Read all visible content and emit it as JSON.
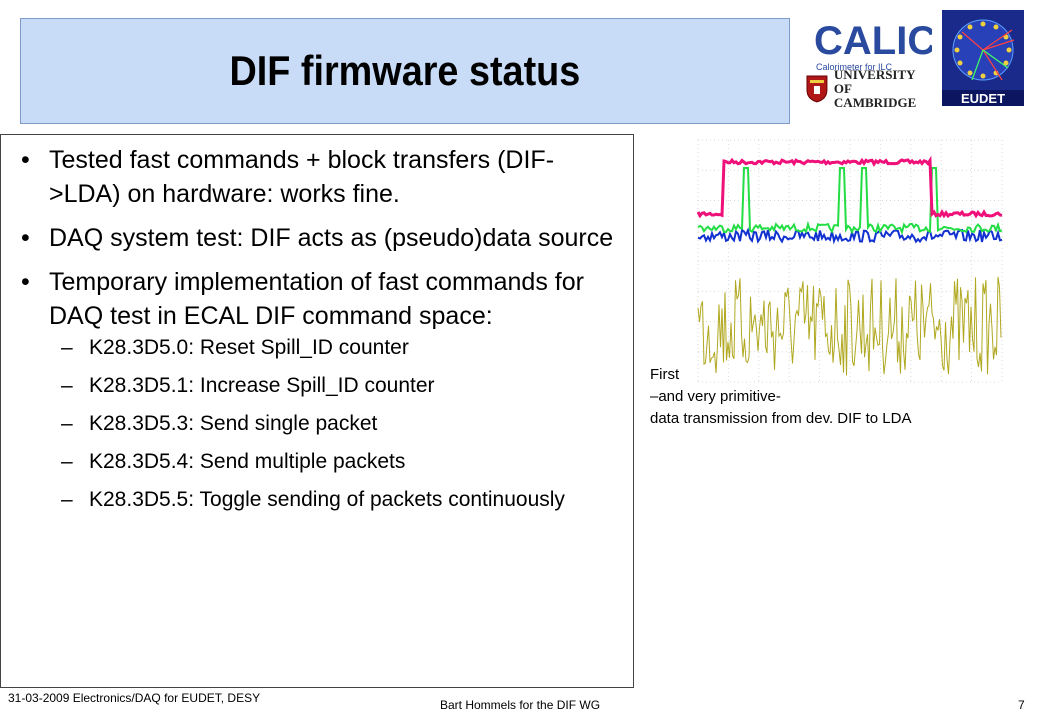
{
  "slide": {
    "title": "DIF firmware status",
    "bullets": [
      "Tested fast commands + block transfers (DIF->LDA) on hardware: works fine.",
      "DAQ system test: DIF acts as (pseudo)data source",
      "Temporary implementation of fast commands for DAQ test in ECAL DIF command space:"
    ],
    "sub_bullets": [
      "K28.3D5.0: Reset Spill_ID counter",
      "K28.3D5.1: Increase Spill_ID counter",
      "K28.3D5.3: Send single packet",
      "K28.3D5.4: Send multiple packets",
      "K28.3D5.5: Toggle sending of packets continuously"
    ],
    "caption": {
      "line1": "First",
      "line2": "–and very primitive-",
      "line3": "data transmission from dev. DIF to LDA"
    }
  },
  "logos": {
    "calice_text": "CALICE",
    "calice_sub": "Calorimeter for ILC",
    "cambridge_line1": "UNIVERSITY OF",
    "cambridge_line2": "CAMBRIDGE",
    "eudet_text": "EUDET"
  },
  "footer": {
    "left": "31-03-2009 Electronics/DAQ for EUDET, DESY",
    "center": "Bart Hommels for the DIF WG",
    "page": "7"
  },
  "colors": {
    "title_bg": "#c8dcf7",
    "trace_pink": "#f0107a",
    "trace_green": "#22dd44",
    "trace_blue": "#1030d0",
    "trace_olive": "#b0a820"
  }
}
